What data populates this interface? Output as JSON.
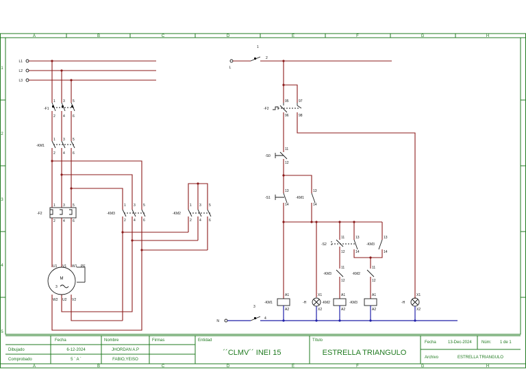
{
  "sheet": {
    "columns": [
      "A",
      "B",
      "C",
      "D",
      "E",
      "F",
      "G",
      "H"
    ],
    "rows": [
      "1",
      "2",
      "3",
      "4",
      "5"
    ]
  },
  "power": {
    "phases": [
      "L1",
      "L2",
      "L3"
    ],
    "fuse_label": "-F1",
    "km1_label": "-KM1",
    "km3_label": "-KM3",
    "km2_label": "-KM2",
    "relay_label": "-F2",
    "top_terms": [
      "1",
      "3",
      "5"
    ],
    "bottom_terms": [
      "2",
      "4",
      "6"
    ],
    "motor": {
      "label": "M",
      "phase": "3",
      "top_terms": [
        "U1",
        "V1",
        "W1",
        "PE"
      ],
      "bottom_terms": [
        "W2",
        "U2",
        "V2"
      ]
    }
  },
  "control": {
    "supply_top": "L",
    "supply_bottom": "N",
    "breaker_terms": [
      "1",
      "2"
    ],
    "neutral_terms": [
      "3",
      "4"
    ],
    "f2": {
      "label": "-F2",
      "terms": [
        "95",
        "96",
        "97",
        "98"
      ]
    },
    "s0": {
      "label": "-S0",
      "terms": [
        "11",
        "12"
      ]
    },
    "s1": {
      "label": "-S1",
      "terms": [
        "13",
        "14"
      ]
    },
    "km1_aux": {
      "label": "-KM1",
      "terms": [
        "13",
        "14"
      ]
    },
    "s2": {
      "label": "-S2",
      "terms": [
        "11",
        "12",
        "13",
        "14"
      ]
    },
    "km3_aux": {
      "label": "-KM3",
      "terms": [
        "13",
        "14"
      ]
    },
    "km3_nc": {
      "label": "-KM3",
      "terms": [
        "11",
        "12"
      ]
    },
    "km2_nc": {
      "label": "-KM2",
      "terms": [
        "11",
        "12"
      ]
    },
    "coils": [
      {
        "label": "-KM1",
        "t1": "A1",
        "t2": "A2"
      },
      {
        "label": "-KM2",
        "t1": "A1",
        "t2": "A2"
      },
      {
        "label": "-KM3",
        "t1": "A1",
        "t2": "A2"
      }
    ],
    "lamps": [
      {
        "label": "-H",
        "t1": "X1",
        "t2": "X2"
      },
      {
        "label": "-H",
        "t1": "X1",
        "t2": "X2"
      }
    ]
  },
  "title_block": {
    "h_fecha": "Fecha",
    "h_nombre": "Nombre",
    "h_firmas": "Firmas",
    "h_entidad": "Entidad",
    "h_titulo": "Título",
    "dibujado": "Dibujado",
    "dibujado_fecha": "6-12-2024",
    "dibujado_nombre": "JHORDAN A.P",
    "comprobado": "Comprobado",
    "comprobado_fecha": "5 ´ A ´",
    "comprobado_nombre": "FABIO,YEISO",
    "entidad": "´´CLMV´´ INEI 15",
    "titulo": "ESTRELLA TRIANGULO",
    "fecha_label": "Fecha",
    "fecha_value": "13-Dec-2024",
    "num_label": "Núm:",
    "num_value": "1 de 1",
    "archivo_label": "Archivo",
    "archivo_value": "ESTRELLA TRIANGULO"
  }
}
